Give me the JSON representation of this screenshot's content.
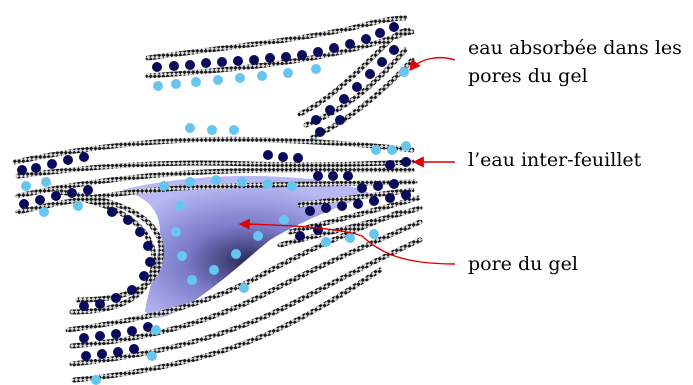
{
  "labels": {
    "absorbed_water_line1": "eau absorbée dans les",
    "absorbed_water_line2": "pores du gel",
    "interlayer_water": "l’eau inter-feuillet",
    "gel_pore": "pore du gel"
  },
  "colors": {
    "sheet_dark": "#1a1a1a",
    "sheet_light": "#d9d9d9",
    "interlayer_dot": "#0a0a5a",
    "absorbed_dot": "#66c6f0",
    "pore_fill_light": "#b8b8f5",
    "pore_fill_dark": "#2a2a5a",
    "annotation_arrow": "#e00000"
  }
}
